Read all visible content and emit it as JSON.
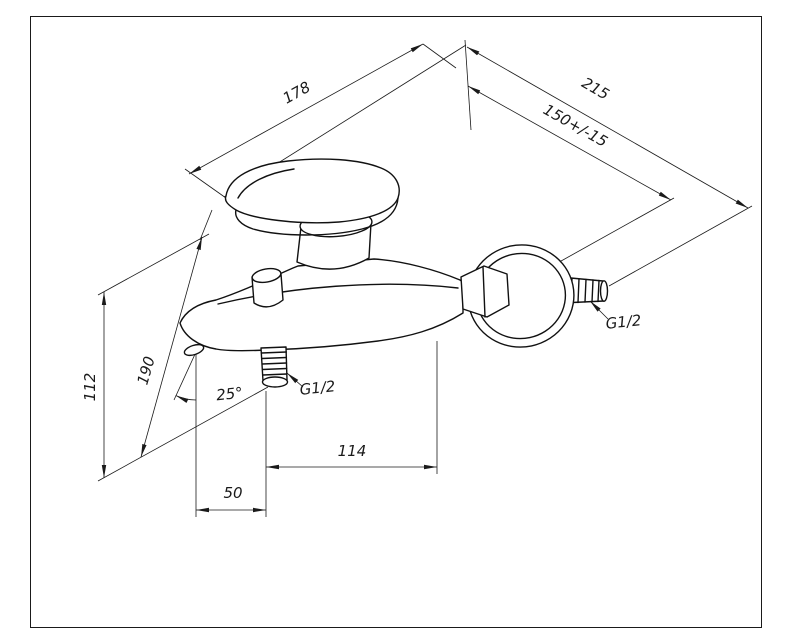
{
  "page": {
    "background": "#ffffff",
    "line_color": "#1a1a1a"
  },
  "drawing": {
    "labels": {
      "width_top": "178",
      "depth_total": "215",
      "depth_wall": "150+/-15",
      "height_body": "112",
      "height_total": "190",
      "spout_angle": "25°",
      "shower_outlet_thread": "G1/2",
      "bottom_width": "114",
      "spout_offset": "50",
      "inlet_thread": "G1/2"
    }
  }
}
